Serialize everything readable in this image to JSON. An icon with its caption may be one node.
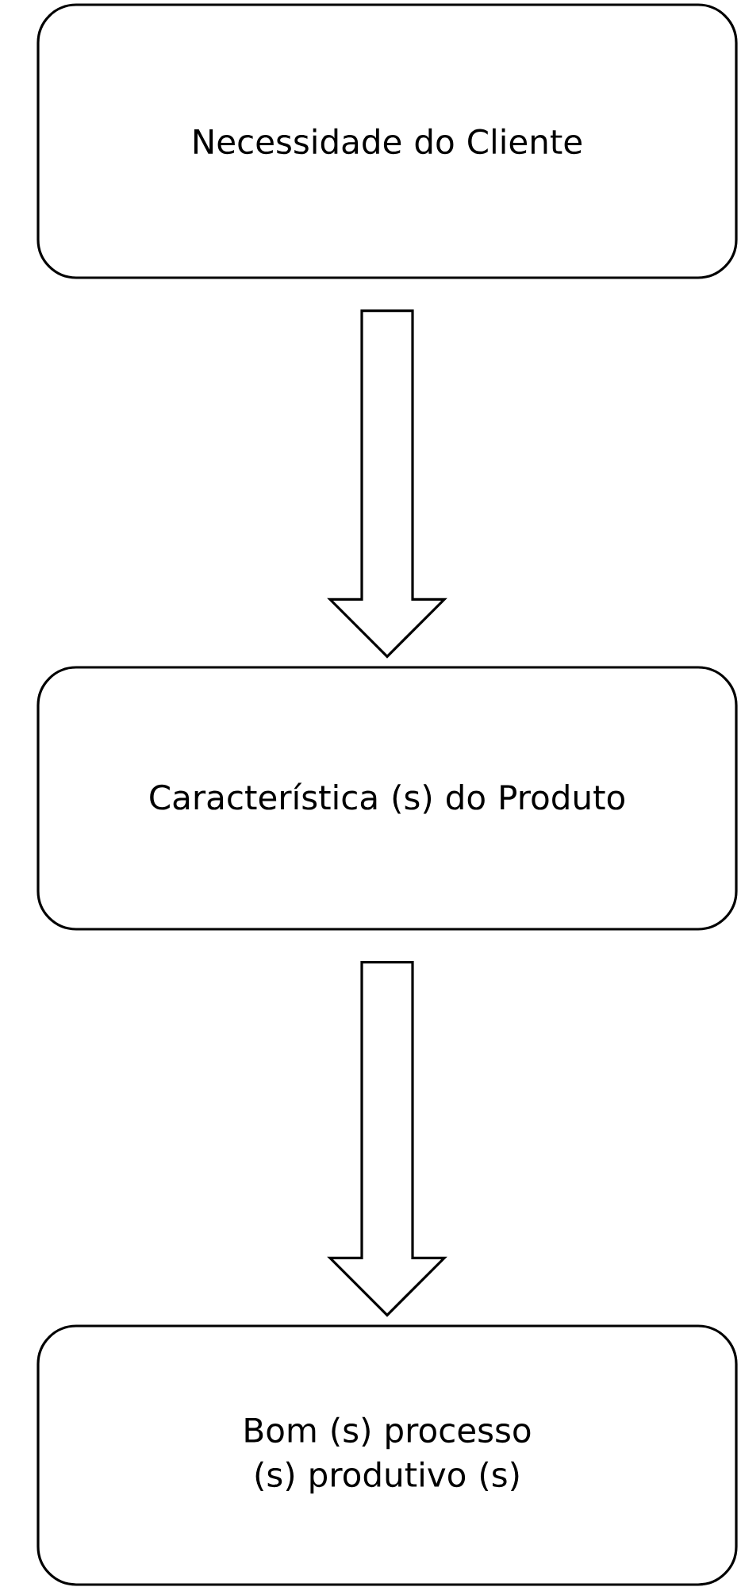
{
  "diagram": {
    "nodes": [
      {
        "text": [
          "Necessidade do Cliente"
        ]
      },
      {
        "text": [
          "Característica (s) do Produto"
        ]
      },
      {
        "text": [
          "Bom (s) processo (s) produtivo (s)"
        ]
      }
    ],
    "edges": [
      {
        "from": 0,
        "to": 1,
        "arrow": "to"
      },
      {
        "from": 1,
        "to": 2,
        "arrow": "to"
      }
    ]
  }
}
